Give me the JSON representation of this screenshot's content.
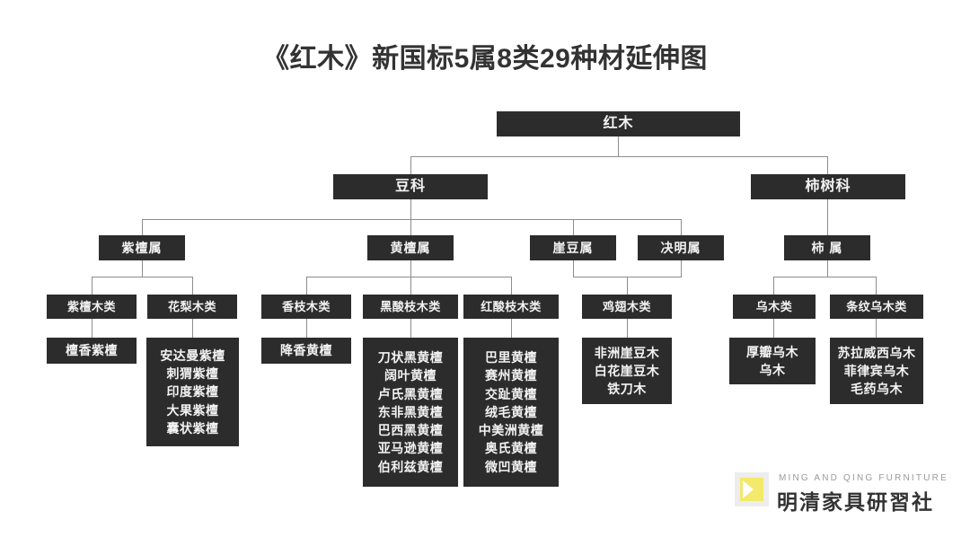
{
  "title": "《红木》新国标5属8类29种材延伸图",
  "tree": {
    "root": {
      "label": "红木"
    },
    "families": [
      {
        "label": "豆科"
      },
      {
        "label": "柿树科"
      }
    ],
    "genera": [
      {
        "label": "紫檀属"
      },
      {
        "label": "黄檀属"
      },
      {
        "label": "崖豆属"
      },
      {
        "label": "决明属"
      },
      {
        "label": "柿  属"
      }
    ],
    "categories": [
      {
        "label": "紫檀木类"
      },
      {
        "label": "花梨木类"
      },
      {
        "label": "香枝木类"
      },
      {
        "label": "黑酸枝木类"
      },
      {
        "label": "红酸枝木类"
      },
      {
        "label": "鸡翅木类"
      },
      {
        "label": "乌木类"
      },
      {
        "label": "条纹乌木类"
      }
    ],
    "species": [
      {
        "group": "紫檀木类",
        "items": [
          "檀香紫檀"
        ]
      },
      {
        "group": "花梨木类",
        "items": [
          "安达曼紫檀",
          "刺猬紫檀",
          "印度紫檀",
          "大果紫檀",
          "囊状紫檀"
        ]
      },
      {
        "group": "香枝木类",
        "items": [
          "降香黄檀"
        ]
      },
      {
        "group": "黑酸枝木类",
        "items": [
          "刀状黑黄檀",
          "阔叶黄檀",
          "卢氏黑黄檀",
          "东非黑黄檀",
          "巴西黑黄檀",
          "亚马逊黄檀",
          "伯利兹黄檀"
        ]
      },
      {
        "group": "红酸枝木类",
        "items": [
          "巴里黄檀",
          "赛州黄檀",
          "交趾黄檀",
          "绒毛黄檀",
          "中美洲黄檀",
          "奥氏黄檀",
          "微凹黄檀"
        ]
      },
      {
        "group": "鸡翅木类",
        "items": [
          "非洲崖豆木",
          "白花崖豆木",
          "铁刀木"
        ]
      },
      {
        "group": "乌木类",
        "items": [
          "厚瓣乌木",
          "乌木"
        ]
      },
      {
        "group": "条纹乌木类",
        "items": [
          "苏拉威西乌木",
          "菲律宾乌木",
          "毛药乌木"
        ]
      }
    ]
  },
  "logo": {
    "english": "MING AND QING FURNITURE",
    "chinese": "明清家具研習社"
  },
  "colors": {
    "node_bg": "#2c2c2c",
    "node_text": "#f2f2f2",
    "line": "#8d8d8d",
    "title": "#333333",
    "logo_yellow": "#f3e96a",
    "background": "#ffffff"
  }
}
